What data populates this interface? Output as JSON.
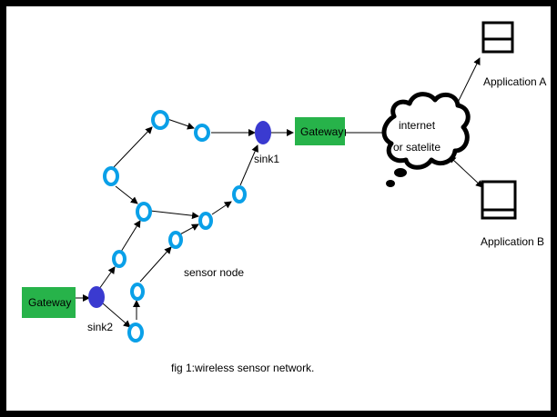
{
  "labels": {
    "gateway_left": "Gateway",
    "gateway_right": "Gateway",
    "sink1": "sink1",
    "sink2": "sink2",
    "sensor_node": "sensor node",
    "cloud_line1": "internet",
    "cloud_line2": "or satelite",
    "app_a": "Application A",
    "app_b": "Application B",
    "caption": "fig 1:wireless sensor network."
  },
  "colors": {
    "gateway_fill": "#27b34a",
    "sink_fill": "#3a3ad0",
    "node_stroke": "#0aa0e8",
    "line": "#000000"
  }
}
